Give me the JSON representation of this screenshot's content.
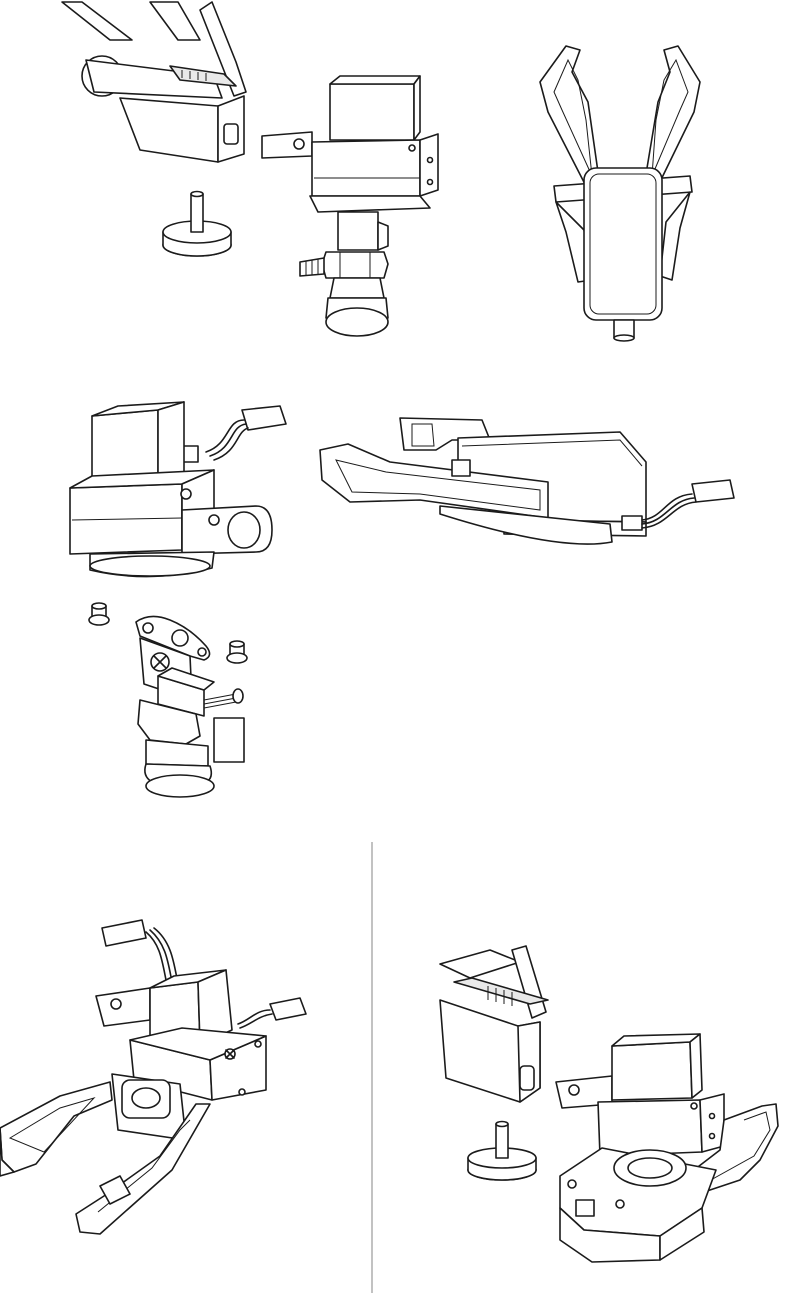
{
  "figure": {
    "colors": {
      "line": "#1b1b1b",
      "fill": "#ffffff",
      "shade": "#e9e9e9",
      "divider": "#9a9a9a"
    },
    "illustrations": [
      {
        "name": "suction-cup-end-effector-beside-arm",
        "icon": "suction-cup-assembly-icon"
      },
      {
        "name": "gripper-module-front-view",
        "icon": "gripper-front-icon"
      },
      {
        "name": "servo-module-with-connector",
        "icon": "servo-module-icon"
      },
      {
        "name": "gripper-module-side-view-with-cable",
        "icon": "gripper-side-icon"
      },
      {
        "name": "suction-cup-exploded-with-screws",
        "icon": "suction-exploded-icon"
      },
      {
        "name": "gripper-assembly-top-perspective",
        "icon": "gripper-perspective-icon"
      },
      {
        "name": "gripper-mounted-near-arm",
        "icon": "gripper-mount-icon"
      }
    ],
    "divider": "vertical-separator"
  }
}
